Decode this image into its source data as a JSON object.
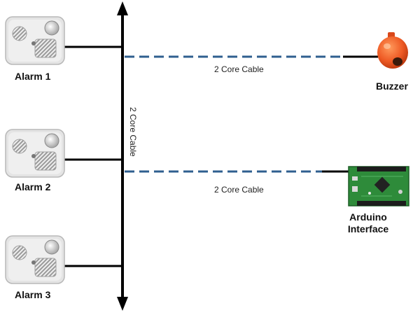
{
  "alarms": [
    {
      "label": "Alarm 1"
    },
    {
      "label": "Alarm 2"
    },
    {
      "label": "Alarm 3"
    }
  ],
  "cables": {
    "vertical_label": "2 Core Cable",
    "buzzer_cable_label": "2 Core Cable",
    "arduino_cable_label": "2 Core Cable"
  },
  "devices": {
    "buzzer": {
      "label": "Buzzer"
    },
    "arduino": {
      "line1": "Arduino",
      "line2": "Interface"
    }
  },
  "colors": {
    "bus_line": "#000000",
    "dashed_cable": "#2f5f8f",
    "buzzer": "#ee5a24",
    "pcb": "#2e8b3a",
    "alarm_body": "#e4e4e4"
  }
}
